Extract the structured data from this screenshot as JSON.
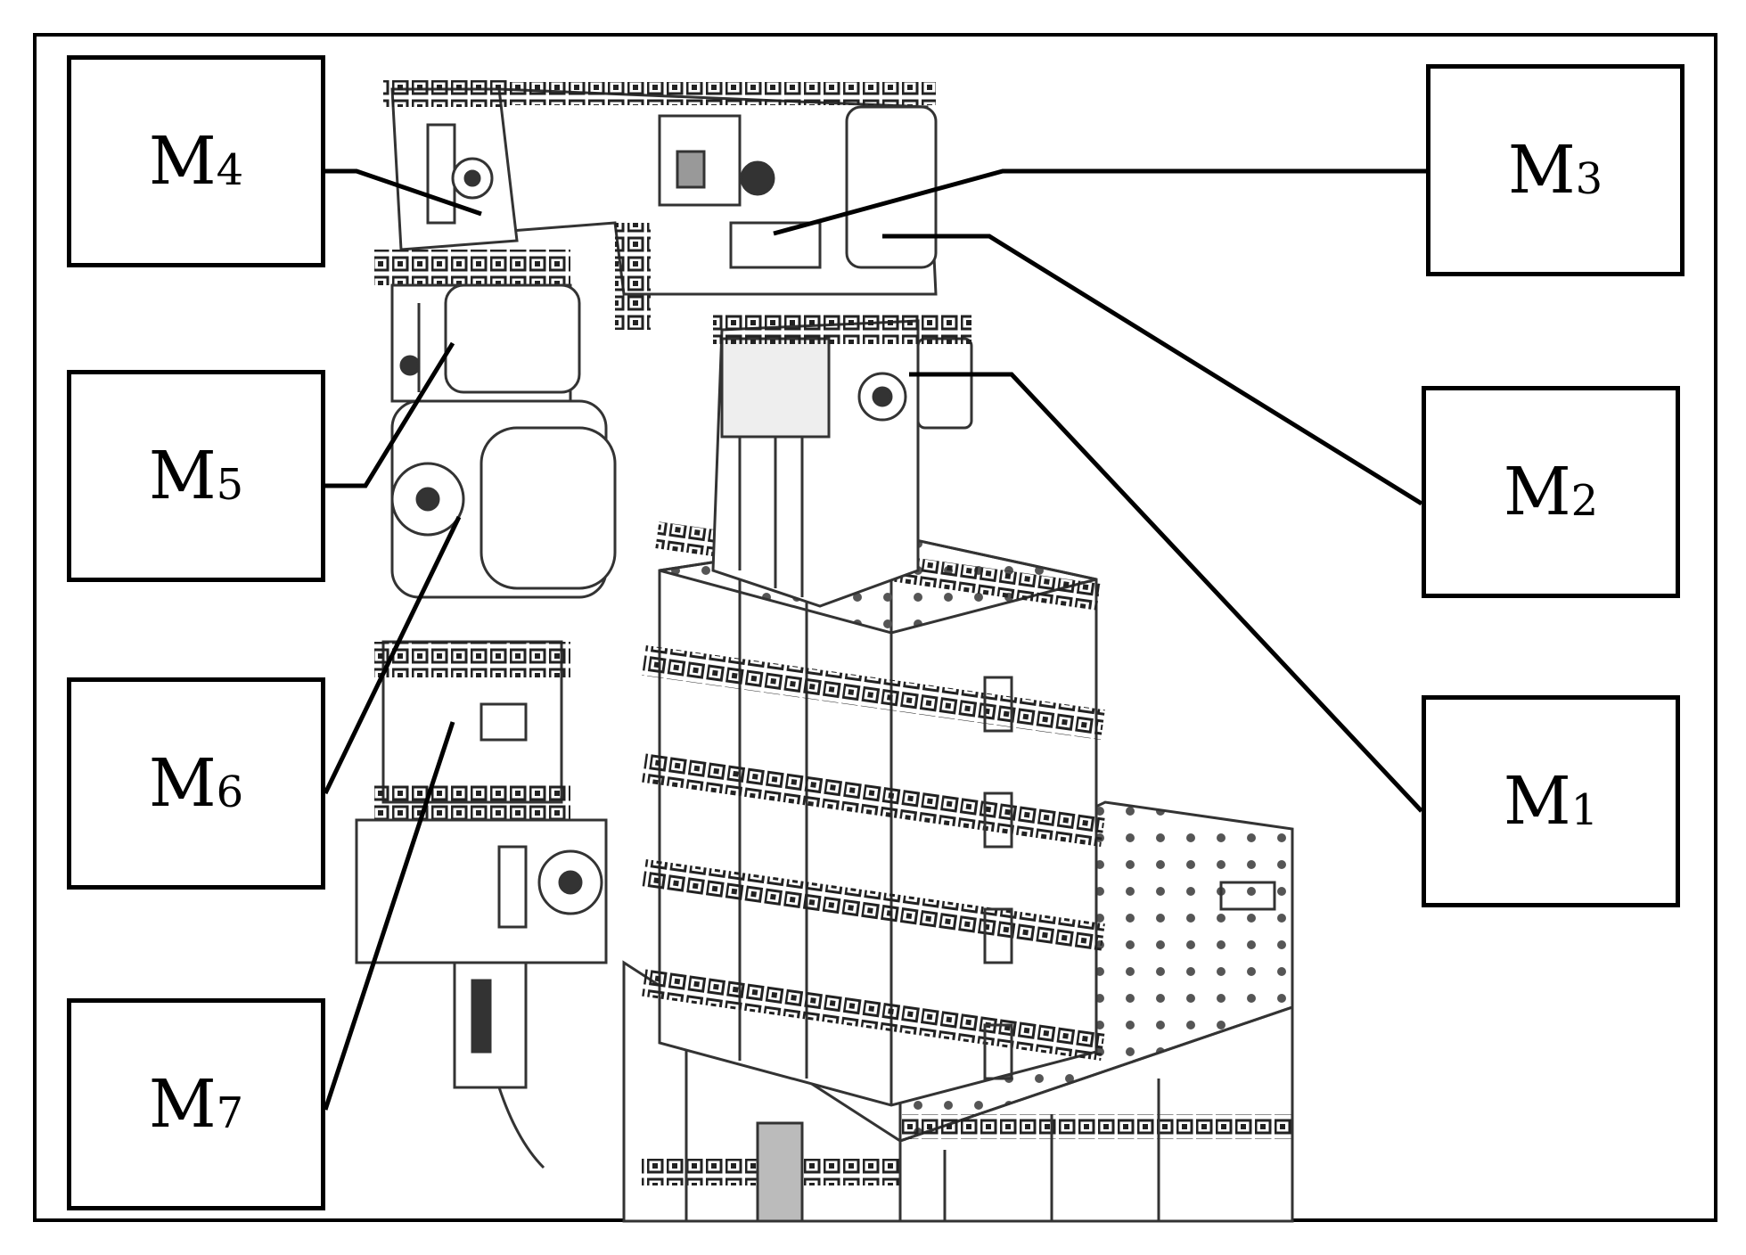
{
  "labels": {
    "m1": {
      "base": "M",
      "sub": "1"
    },
    "m2": {
      "base": "M",
      "sub": "2"
    },
    "m3": {
      "base": "M",
      "sub": "3"
    },
    "m4": {
      "base": "M",
      "sub": "4"
    },
    "m5": {
      "base": "M",
      "sub": "5"
    },
    "m6": {
      "base": "M",
      "sub": "6"
    },
    "m7": {
      "base": "M",
      "sub": "7"
    }
  },
  "colors": {
    "line": "#000000",
    "drawing": "#333333",
    "background": "#ffffff"
  }
}
